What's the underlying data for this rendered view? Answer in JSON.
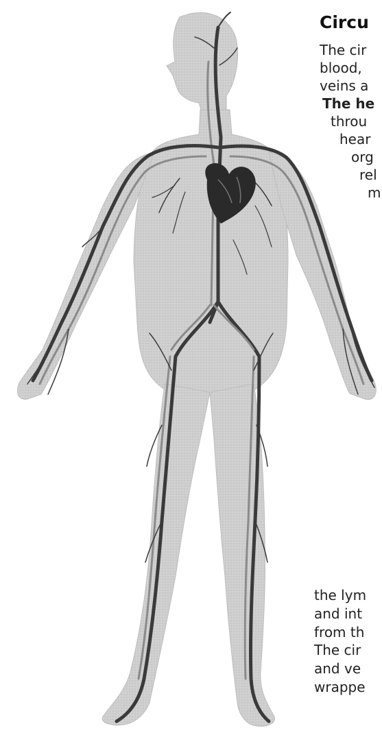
{
  "heading": {
    "title": "Circu"
  },
  "paragraph_top": [
    "The cir",
    "blood,",
    "veins a",
    "The he",
    "throu",
    "hear",
    "org",
    "rel",
    "m",
    ""
  ],
  "paragraph_middle": [
    "the lym",
    "and int",
    "from th"
  ],
  "paragraph_bottom": [
    "The cir",
    "and ve",
    "wrappe"
  ],
  "colors": {
    "silhouette": "#c9c9c9",
    "vessel": "#3a3a3a",
    "vessel_light": "#8a8a8a",
    "heart": "#2a2a2a",
    "text": "#222222"
  }
}
